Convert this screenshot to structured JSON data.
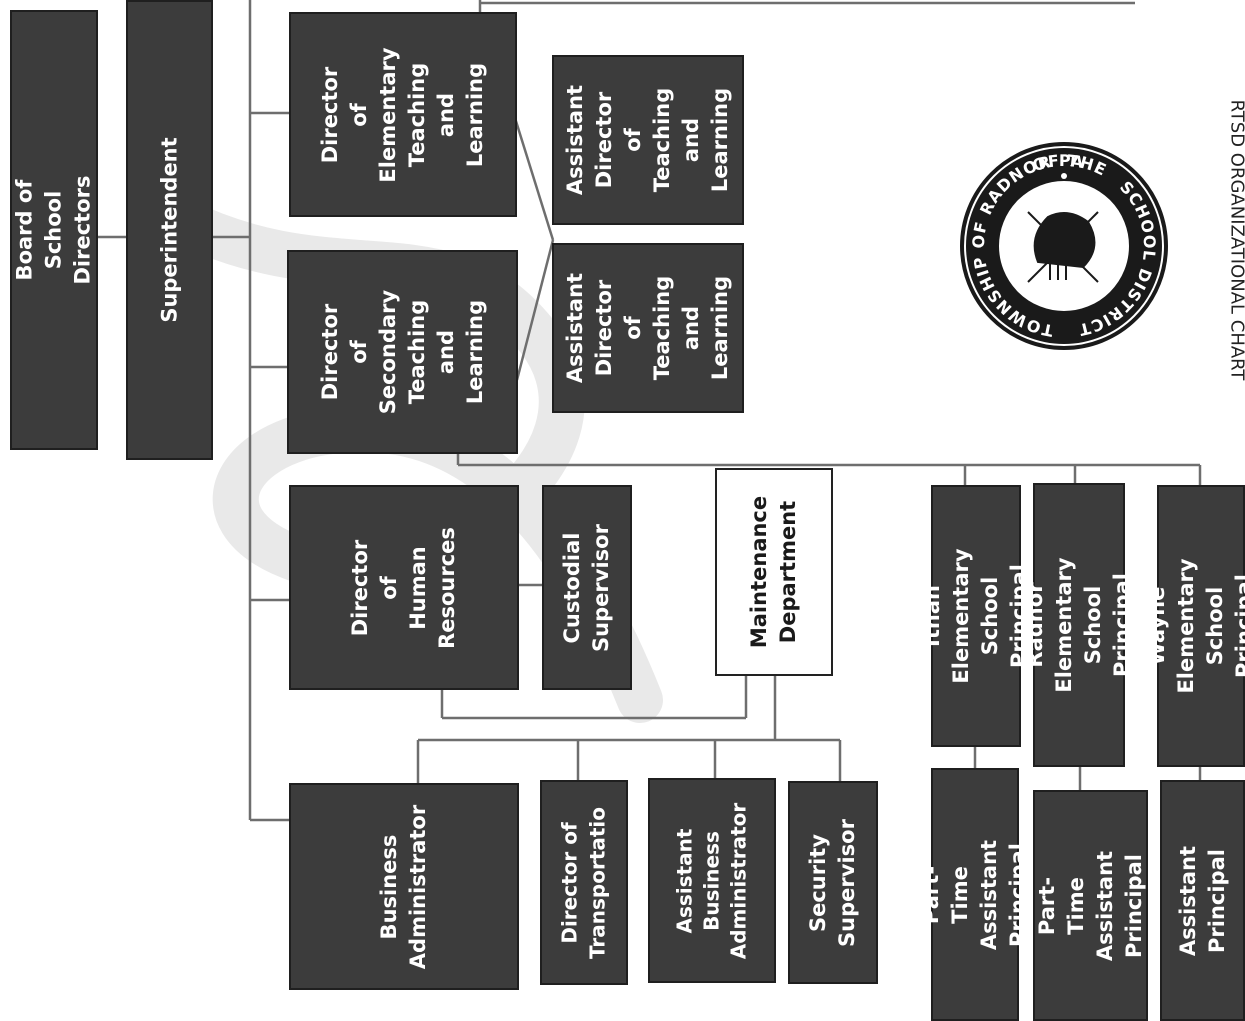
{
  "chart": {
    "board": "Board of School Directors",
    "superintendent": "Superintendent",
    "director_elementary": "Director\nof\nElementary\nTeaching\nand\nLearning",
    "director_secondary": "Director\nof\nSecondary\nTeaching\nand\nLearning",
    "asst_director_1": "Assistant\nDirector of\nTeaching\nand\nLearning",
    "asst_director_2": "Assistant\nDirector of\nTeaching\nand\nLearning",
    "director_hr": "Director of\nHuman\nResources",
    "custodial_supervisor": "Custodial\nSupervisor",
    "maintenance_department": "Maintenance\nDepartment",
    "business_administrator": "Business\nAdministrator",
    "director_transportation": "Director of\nTransportatio",
    "assistant_business_administrator": "Assistant\nBusiness\nAdministrator",
    "security_supervisor": "Security\nSupervisor",
    "ithan_principal": "Ithan Elementary\nSchool Principal",
    "radnor_principal": "Radnor Elementary\nSchool Principal",
    "wayne_principal": "Wayne Elementary\nSchool Principal",
    "ithan_assistant": "Part-Time\nAssistant Principal",
    "radnor_assistant": "Part-Time\nAssistant\nPrincipal",
    "wayne_assistant": "Assistant\nPrincipal"
  },
  "seal": {
    "top_text": "TOWNSHIP OF RADNOR PA",
    "left_text": "OF THE",
    "bottom_text": "SCHOOL DISTRICT",
    "colors": {
      "ring": "#1a1a1a",
      "fill": "#ffffff"
    }
  },
  "caption": "RTSD ORGANIZATIONAL CHART",
  "colors": {
    "box_fill": "#3c3c3c",
    "box_text": "#ffffff",
    "line": "#6e6e6e"
  }
}
